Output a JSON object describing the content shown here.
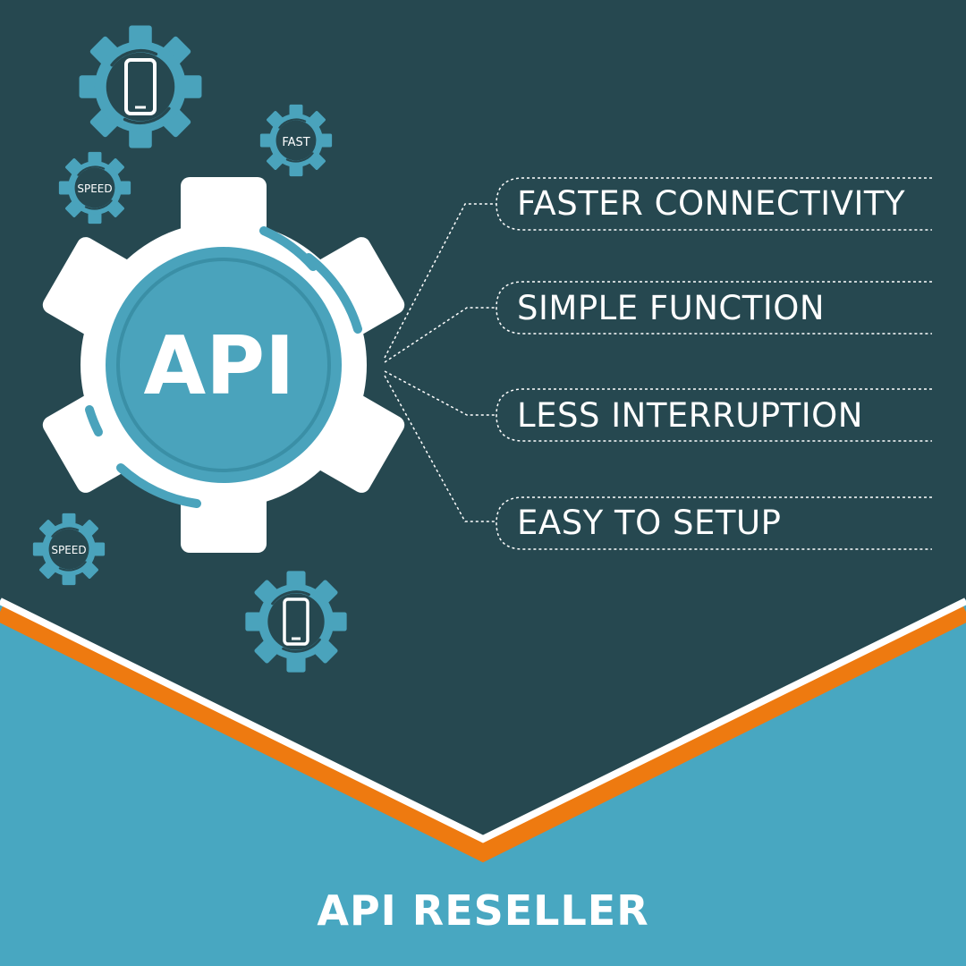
{
  "colors": {
    "dark_panel": "#264850",
    "light_panel": "#48a7c1",
    "accent_orange": "#ee7a10",
    "gear_blue": "#4aa3bc",
    "white": "#ffffff"
  },
  "hub": {
    "label": "API",
    "icon": "gear-icon"
  },
  "small_gears": [
    {
      "icon": "smartphone-icon",
      "label": ""
    },
    {
      "icon": "gear-icon",
      "label": "FAST"
    },
    {
      "icon": "gear-icon",
      "label": "SPEED"
    },
    {
      "icon": "gear-icon",
      "label": "SPEED"
    },
    {
      "icon": "smartphone-icon",
      "label": ""
    }
  ],
  "features": [
    {
      "label": "FASTER CONNECTIVITY"
    },
    {
      "label": "SIMPLE FUNCTION"
    },
    {
      "label": "LESS INTERRUPTION"
    },
    {
      "label": "EASY TO SETUP"
    }
  ],
  "footer": {
    "title": "API RESELLER"
  }
}
